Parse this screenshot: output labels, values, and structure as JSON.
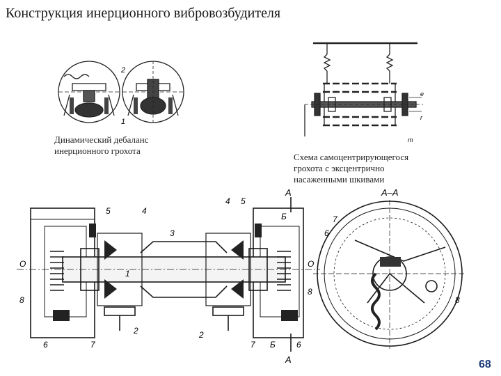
{
  "slide": {
    "title": "Конструкция инерционного вибровозбудителя",
    "page_number": "68"
  },
  "figures": {
    "balance": {
      "caption_line1": "Динамический дебаланс",
      "caption_line2": "инерционного грохота",
      "labels": [
        "2",
        "1"
      ]
    },
    "scheme": {
      "caption_line1": "Схема самоцентрирующегося",
      "caption_line2": "грохота с эксцентрично",
      "caption_line3": "насаженными шкивами",
      "labels": [
        "e",
        "r",
        "m"
      ]
    },
    "assembly": {
      "section_top": "A",
      "section_bottom": "A",
      "section_label": "A–A",
      "part_labels": [
        "5",
        "4",
        "3",
        "4",
        "5",
        "O",
        "8",
        "1",
        "6",
        "7",
        "2",
        "2",
        "7",
        "6",
        "8",
        "O",
        "Б",
        "Б",
        "7",
        "6",
        "8"
      ]
    }
  }
}
